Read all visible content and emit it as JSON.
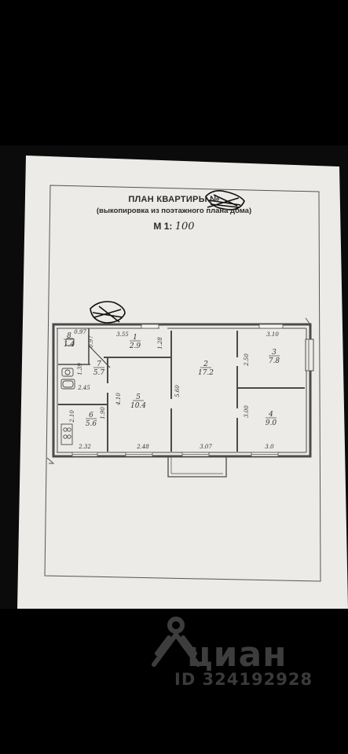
{
  "plan": {
    "title": "ПЛАН КВАРТИРЫ №",
    "subtitle": "(выкопировка из поэтажного плана дома)",
    "scale_label": "М 1:",
    "scale_value": "100"
  },
  "rooms": [
    {
      "number": "1",
      "area": "2.9"
    },
    {
      "number": "2",
      "area": "17.2"
    },
    {
      "number": "3",
      "area": "7.8"
    },
    {
      "number": "4",
      "area": "9.0"
    },
    {
      "number": "5",
      "area": "10.4"
    },
    {
      "number": "6",
      "area": "5.6"
    },
    {
      "number": "7",
      "area": "5.7"
    },
    {
      "number": "8",
      "area": "1.4"
    }
  ],
  "dimensions": [
    "3.55",
    "1.28",
    "3.10",
    "2.50",
    "3.00",
    "5.60",
    "4.10",
    "1.90",
    "2.45",
    "0.97",
    "0.97",
    "1.39",
    "2.32",
    "2.48",
    "3.07",
    "3.0",
    "2.10"
  ],
  "watermark": {
    "brand": "циан",
    "id": "ID 324192928"
  }
}
